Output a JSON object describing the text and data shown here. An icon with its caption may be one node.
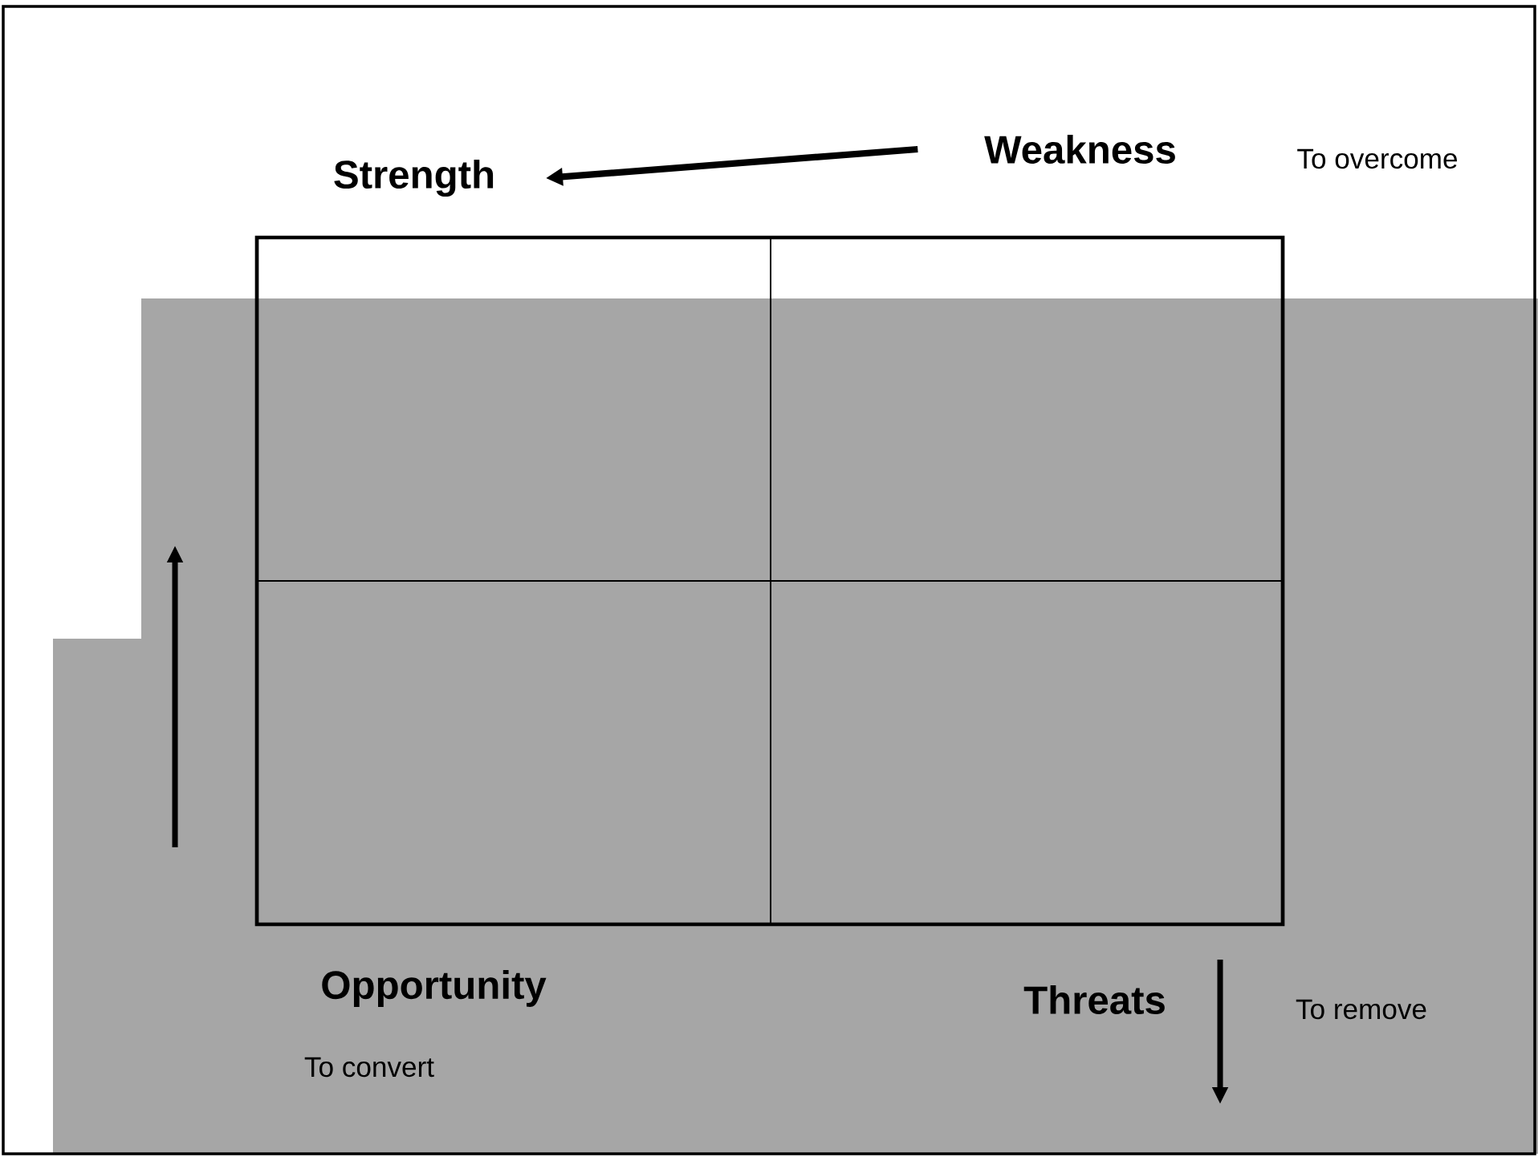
{
  "diagram": {
    "nodes": [
      {
        "text": [
          "Strength"
        ]
      },
      {
        "text": [
          "Weakness"
        ]
      },
      {
        "text": [],
        "shape": "box"
      },
      {
        "text": [],
        "shape": "box"
      },
      {
        "text": [],
        "shape": "box"
      },
      {
        "text": [],
        "shape": "box"
      },
      {
        "text": [
          "Opportunity"
        ]
      },
      {
        "text": [
          "Threats"
        ]
      }
    ],
    "edges": [
      {
        "from": 1,
        "to": 0,
        "arrow": "to"
      }
    ],
    "labels": [
      "To overcome",
      "To convert",
      "To remove"
    ]
  }
}
